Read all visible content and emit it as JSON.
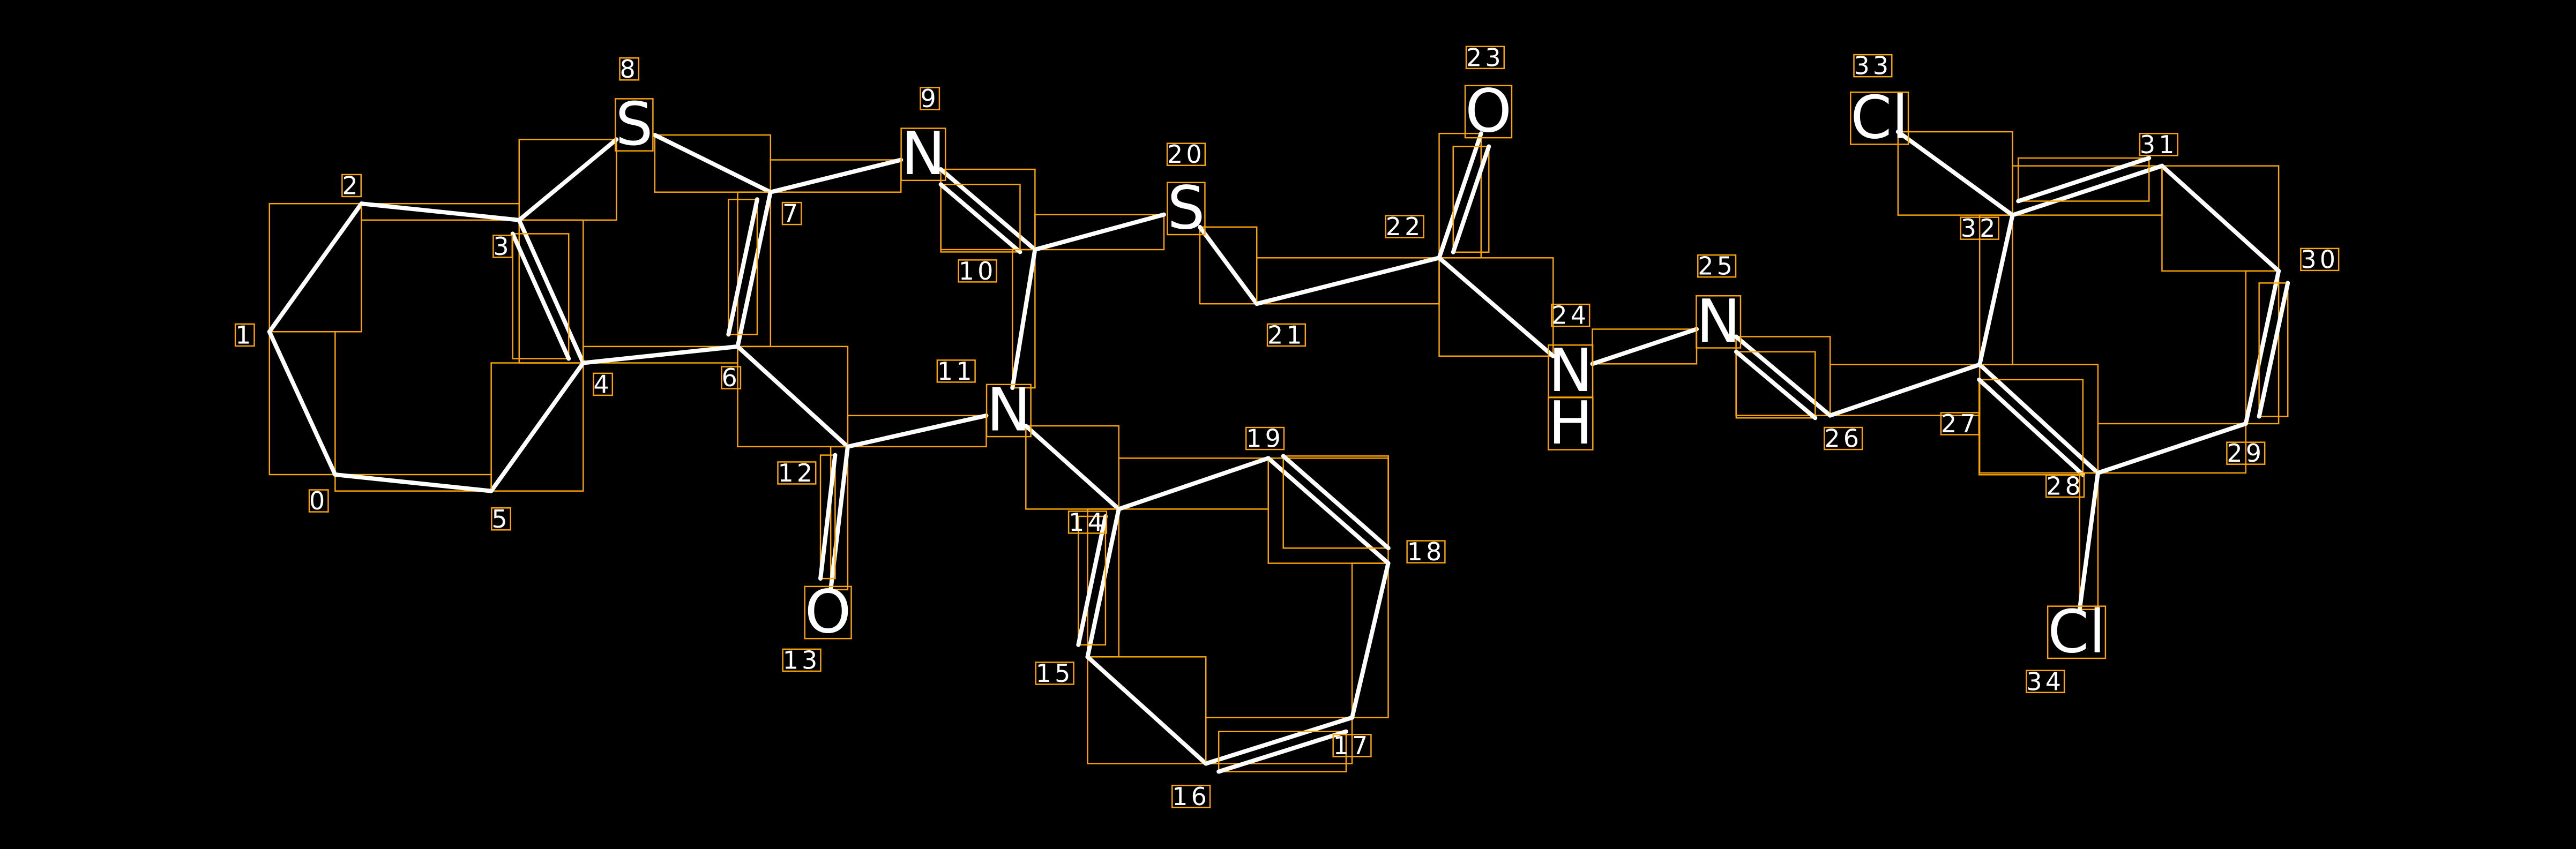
{
  "colors": {
    "background": "#000000",
    "bond": "#FFFFFF",
    "box": "#FFA500",
    "text": "#FFFFFF"
  },
  "atoms": [
    {
      "index": "0",
      "symbol": ""
    },
    {
      "index": "1",
      "symbol": ""
    },
    {
      "index": "2",
      "symbol": ""
    },
    {
      "index": "3",
      "symbol": ""
    },
    {
      "index": "4",
      "symbol": ""
    },
    {
      "index": "5",
      "symbol": ""
    },
    {
      "index": "6",
      "symbol": ""
    },
    {
      "index": "7",
      "symbol": ""
    },
    {
      "index": "8",
      "symbol": "S"
    },
    {
      "index": "9",
      "symbol": "N"
    },
    {
      "index": "10",
      "symbol": ""
    },
    {
      "index": "11",
      "symbol": "N"
    },
    {
      "index": "12",
      "symbol": ""
    },
    {
      "index": "13",
      "symbol": "O"
    },
    {
      "index": "14",
      "symbol": ""
    },
    {
      "index": "15",
      "symbol": ""
    },
    {
      "index": "16",
      "symbol": ""
    },
    {
      "index": "17",
      "symbol": ""
    },
    {
      "index": "18",
      "symbol": ""
    },
    {
      "index": "19",
      "symbol": ""
    },
    {
      "index": "20",
      "symbol": "S"
    },
    {
      "index": "21",
      "symbol": ""
    },
    {
      "index": "22",
      "symbol": ""
    },
    {
      "index": "23",
      "symbol": "O"
    },
    {
      "index": "24",
      "symbol": "N",
      "symbol2": "H"
    },
    {
      "index": "25",
      "symbol": "N"
    },
    {
      "index": "26",
      "symbol": ""
    },
    {
      "index": "27",
      "symbol": ""
    },
    {
      "index": "28",
      "symbol": ""
    },
    {
      "index": "29",
      "symbol": ""
    },
    {
      "index": "30",
      "symbol": ""
    },
    {
      "index": "31",
      "symbol": ""
    },
    {
      "index": "32",
      "symbol": ""
    },
    {
      "index": "33",
      "symbol": "Cl"
    },
    {
      "index": "34",
      "symbol": "Cl"
    }
  ],
  "bonds": [
    [
      0,
      1,
      1
    ],
    [
      1,
      2,
      1
    ],
    [
      2,
      3,
      1
    ],
    [
      3,
      4,
      2
    ],
    [
      4,
      5,
      1
    ],
    [
      5,
      0,
      1
    ],
    [
      3,
      8,
      1
    ],
    [
      8,
      7,
      1
    ],
    [
      7,
      6,
      2
    ],
    [
      6,
      4,
      1
    ],
    [
      7,
      9,
      1
    ],
    [
      9,
      10,
      2
    ],
    [
      10,
      20,
      1
    ],
    [
      10,
      11,
      1
    ],
    [
      6,
      12,
      1
    ],
    [
      12,
      13,
      2
    ],
    [
      12,
      11,
      1
    ],
    [
      11,
      14,
      1
    ],
    [
      14,
      15,
      2
    ],
    [
      15,
      16,
      1
    ],
    [
      16,
      17,
      2
    ],
    [
      17,
      18,
      1
    ],
    [
      18,
      19,
      2
    ],
    [
      19,
      14,
      1
    ],
    [
      20,
      21,
      1
    ],
    [
      21,
      22,
      1
    ],
    [
      22,
      23,
      2
    ],
    [
      22,
      24,
      1
    ],
    [
      24,
      25,
      1
    ],
    [
      25,
      26,
      2
    ],
    [
      26,
      27,
      1
    ],
    [
      27,
      28,
      2
    ],
    [
      28,
      29,
      1
    ],
    [
      29,
      30,
      2
    ],
    [
      30,
      31,
      1
    ],
    [
      31,
      32,
      2
    ],
    [
      32,
      27,
      1
    ],
    [
      32,
      33,
      1
    ],
    [
      28,
      34,
      1
    ]
  ]
}
